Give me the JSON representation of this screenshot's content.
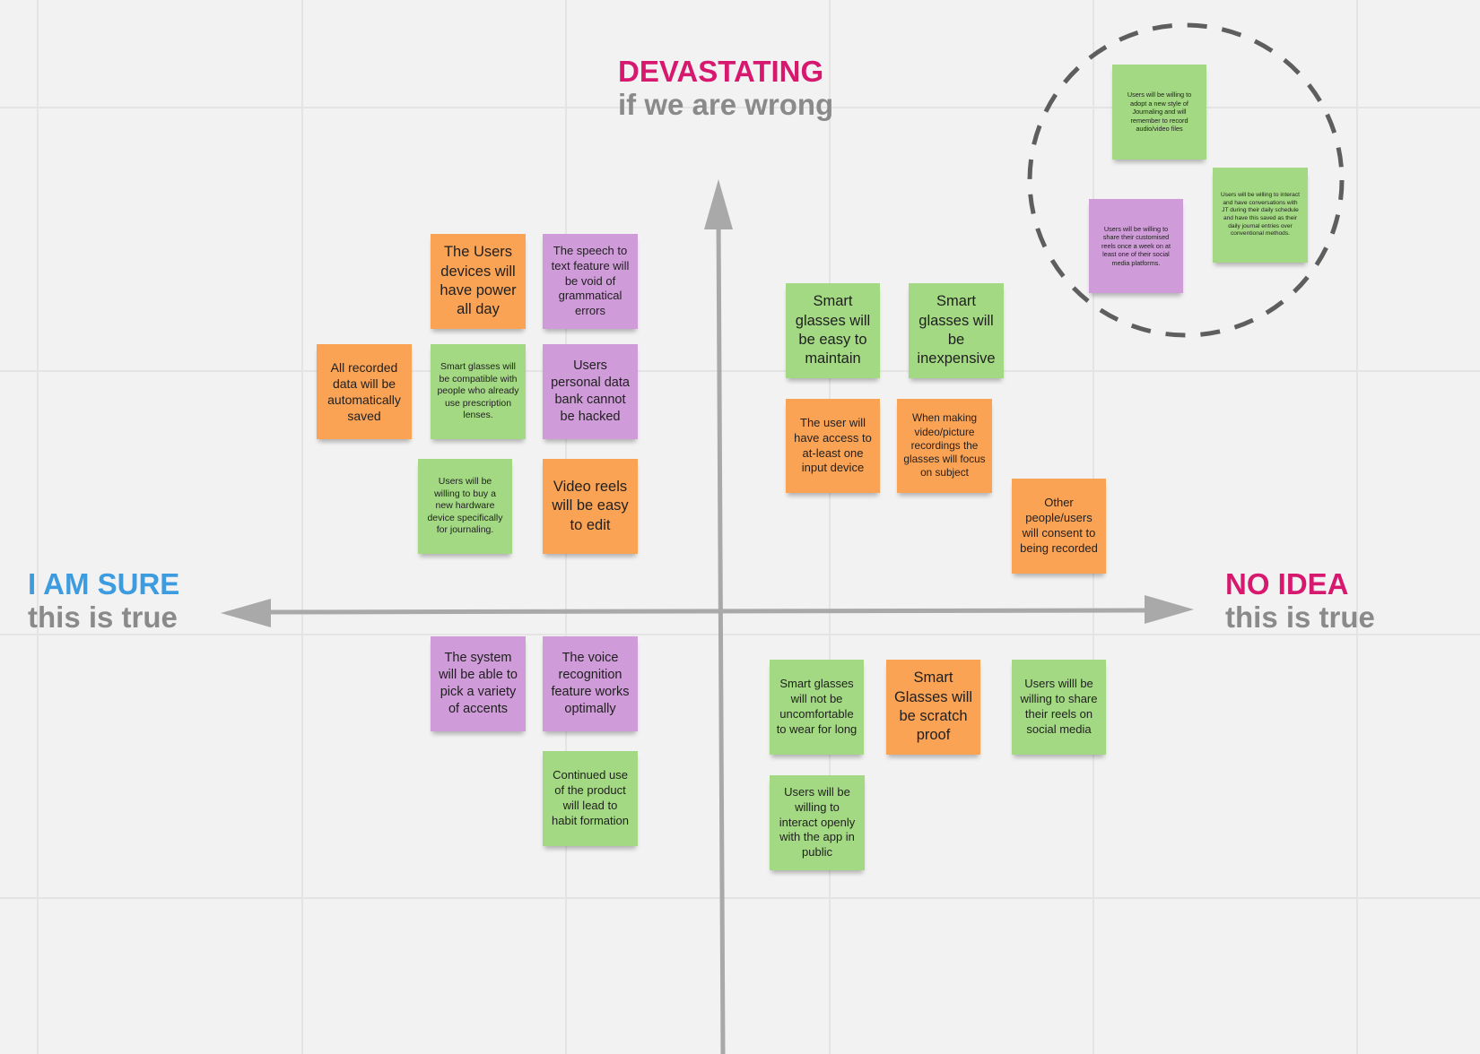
{
  "board": {
    "colors": {
      "background": "#f2f2f2",
      "grid": "#e4e4e4",
      "axis": "#a9a9a9",
      "accent_pink": "#d6196e",
      "accent_blue": "#3d9be0",
      "sub_gray": "#8a8a8a",
      "circle": "#5e5e5e"
    },
    "labels": {
      "top": {
        "headline": "DEVASTATING",
        "sub": "if we are wrong"
      },
      "left": {
        "headline": "I AM SURE",
        "sub": "this is true"
      },
      "right": {
        "headline": "NO IDEA",
        "sub": "this is true"
      }
    },
    "circle_group": {
      "notes": [
        {
          "color": "green",
          "text": "Users will be willing to adopt a new style of Journaling and will remember to record audio/video files"
        },
        {
          "color": "purple",
          "text": "Users will be willing to share their customised reels once a week on at least one of their social media platforms."
        },
        {
          "color": "green",
          "text": "Users will be willing to interact and have conversations with JT during their daily schedule and have this saved as their daily journal entries over conventional methods."
        }
      ]
    },
    "quadrant_top_left": {
      "notes": [
        {
          "color": "orange",
          "text": "The Users devices will have power all day"
        },
        {
          "color": "purple",
          "text": "The speech to text feature will be void of grammatical errors"
        },
        {
          "color": "orange",
          "text": "All recorded data will be automatically saved"
        },
        {
          "color": "green",
          "text": "Smart glasses will be compatible with people who already use prescription lenses."
        },
        {
          "color": "purple",
          "text": "Users personal data bank cannot be hacked"
        },
        {
          "color": "green",
          "text": "Users will be willing to buy a new hardware device specifically for journaling."
        },
        {
          "color": "orange",
          "text": "Video reels will be easy to edit"
        }
      ]
    },
    "quadrant_top_right": {
      "notes": [
        {
          "color": "green",
          "text": "Smart glasses will be  easy to maintain"
        },
        {
          "color": "green",
          "text": "Smart glasses will be inexpensive"
        },
        {
          "color": "orange",
          "text": "The user will have access to at-least one input device"
        },
        {
          "color": "orange",
          "text": "When making video/picture recordings the glasses will focus on subject"
        },
        {
          "color": "orange",
          "text": "Other people/users will consent to being recorded"
        }
      ]
    },
    "quadrant_bottom_left": {
      "notes": [
        {
          "color": "purple",
          "text": "The system will be able to pick a variety of accents"
        },
        {
          "color": "purple",
          "text": "The voice recognition feature works optimally"
        },
        {
          "color": "green",
          "text": "Continued use of the product will lead to habit formation"
        }
      ]
    },
    "quadrant_bottom_right": {
      "notes": [
        {
          "color": "green",
          "text": "Smart glasses will not be uncomfortable to wear for long"
        },
        {
          "color": "orange",
          "text": "Smart Glasses will be scratch proof"
        },
        {
          "color": "green",
          "text": "Users willl be willing to share their reels on social media"
        },
        {
          "color": "green",
          "text": "Users will be willing to interact openly with the app in public"
        }
      ]
    }
  }
}
